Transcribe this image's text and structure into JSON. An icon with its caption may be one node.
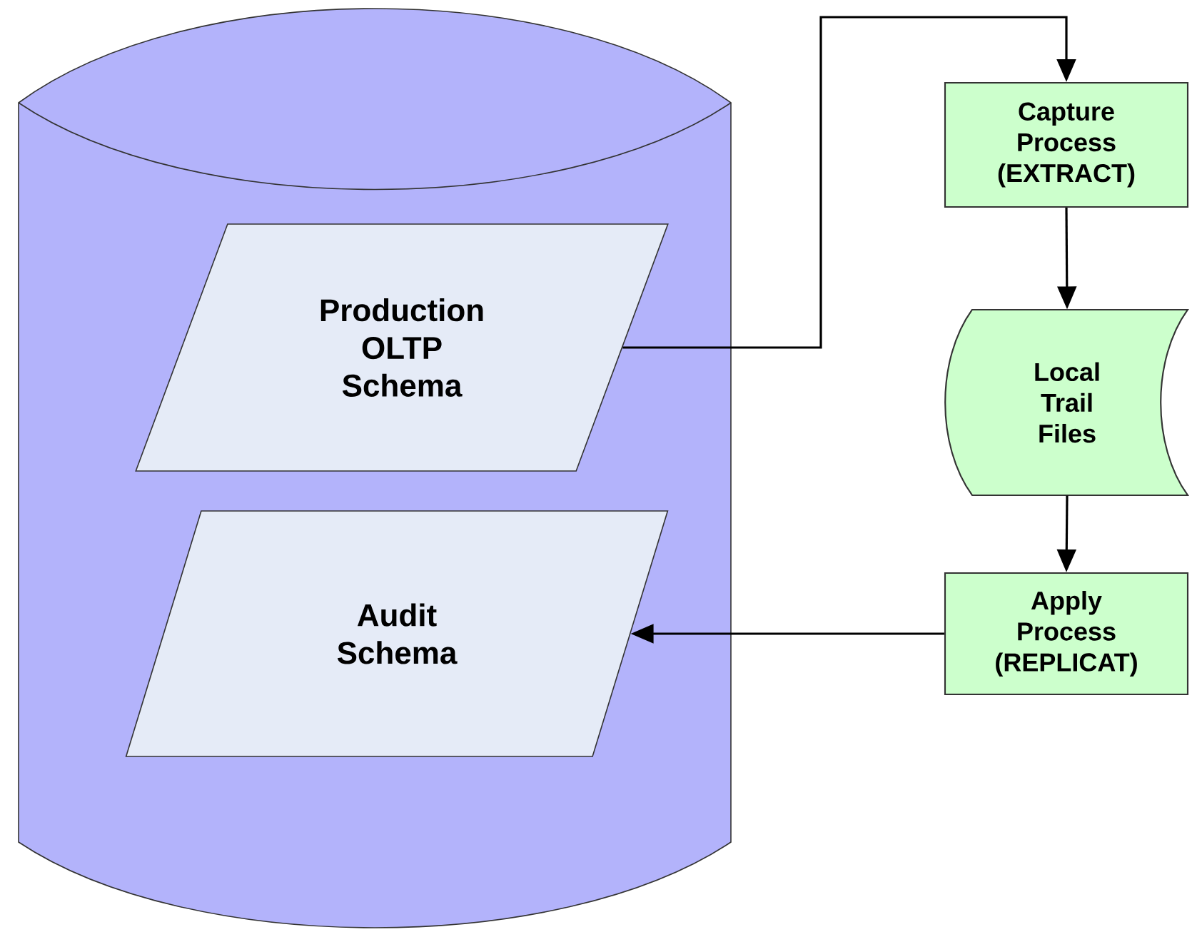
{
  "diagram": {
    "nodes": [
      {
        "text": [],
        "shape": "cylinder"
      },
      {
        "text": [
          "Production OLTP Schema"
        ],
        "in": 0
      },
      {
        "text": [
          "Audit Schema"
        ],
        "in": 0
      },
      {
        "text": [
          "Capture Process (EXTRACT)"
        ]
      },
      {
        "text": [
          "Local Trail Files"
        ]
      },
      {
        "text": [
          "Apply Process (REPLICAT)"
        ]
      }
    ],
    "edges": [
      {
        "from": 1,
        "to": 3,
        "arrow": "to"
      },
      {
        "from": 3,
        "to": 4,
        "arrow": "to"
      },
      {
        "from": 4,
        "to": 5,
        "arrow": "to"
      },
      {
        "from": 5,
        "to": 2,
        "arrow": "to"
      }
    ]
  }
}
